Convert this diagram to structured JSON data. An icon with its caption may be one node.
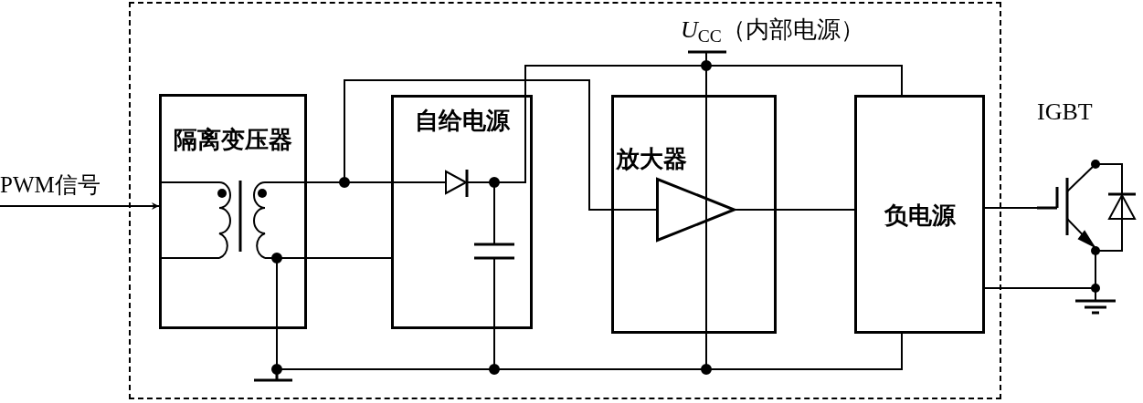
{
  "diagram": {
    "nodes": [
      {
        "text": [],
        "shape": "box"
      },
      {
        "text": [
          "隔离变压器"
        ],
        "in": 0
      },
      {
        "text": [
          "自给电源"
        ],
        "in": 0
      },
      {
        "text": [
          "放大器"
        ],
        "in": 0
      },
      {
        "text": [
          "负电源"
        ],
        "in": 0
      },
      {
        "text": [
          "PWM信号"
        ]
      },
      {
        "text": [
          "IGBT"
        ]
      },
      {
        "text": [],
        "shape": "triangle",
        "in": 3
      }
    ],
    "edges": [
      {
        "from": 5,
        "to": 1,
        "arrow": "to"
      },
      {
        "from": 1,
        "to": 2,
        "arrow": "none"
      },
      {
        "from": 1,
        "to": 2,
        "arrow": "none"
      },
      {
        "from": 1,
        "to": 3,
        "arrow": "none"
      },
      {
        "from": 2,
        "to": 4,
        "arrow": "none"
      },
      {
        "from": 3,
        "to": 4,
        "arrow": "none"
      },
      {
        "from": 1,
        "to": 4,
        "arrow": "none"
      },
      {
        "from": 4,
        "to": 6,
        "arrow": "none"
      },
      {
        "from": 4,
        "to": 6,
        "arrow": "none"
      },
      {
        "from": 2,
        "to": 4,
        "arrow": "none"
      },
      {
        "from": 3,
        "to": 4,
        "arrow": "none"
      },
      {
        "from": 3,
        "to": 4,
        "arrow": "none"
      }
    ],
    "labels": [
      "*U*$_{CC}$（内部电源）"
    ]
  }
}
